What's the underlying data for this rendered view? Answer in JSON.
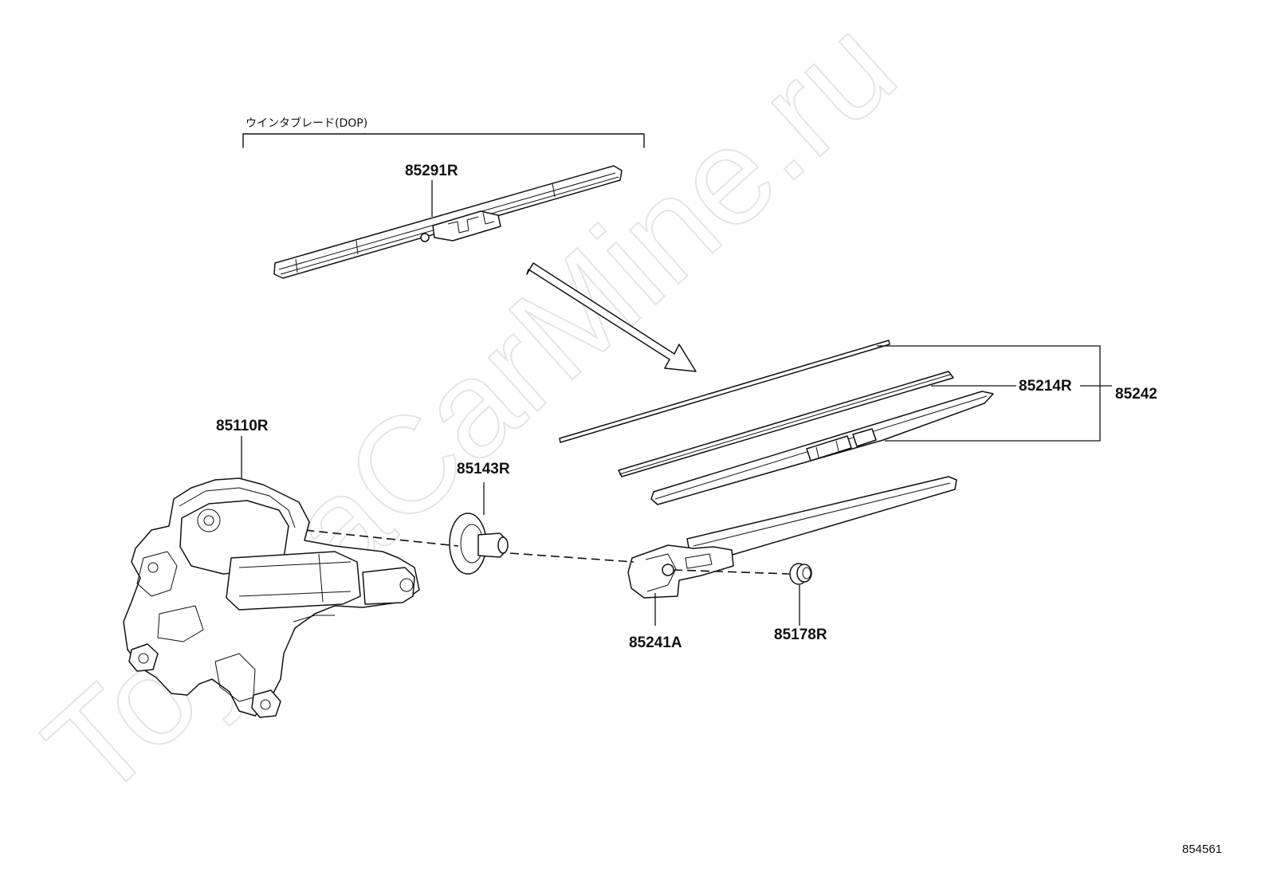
{
  "bracket_label": "ウインタブレード(DOP)",
  "parts": {
    "blade": "85291R",
    "motor": "85110R",
    "cap_nut": "85143R",
    "rubber": "85214R",
    "arm_assy": "85242",
    "arm_head": "85241A",
    "nut_cap": "85178R"
  },
  "figure_number": "854561",
  "watermark": "ToyotaCarMine.ru"
}
